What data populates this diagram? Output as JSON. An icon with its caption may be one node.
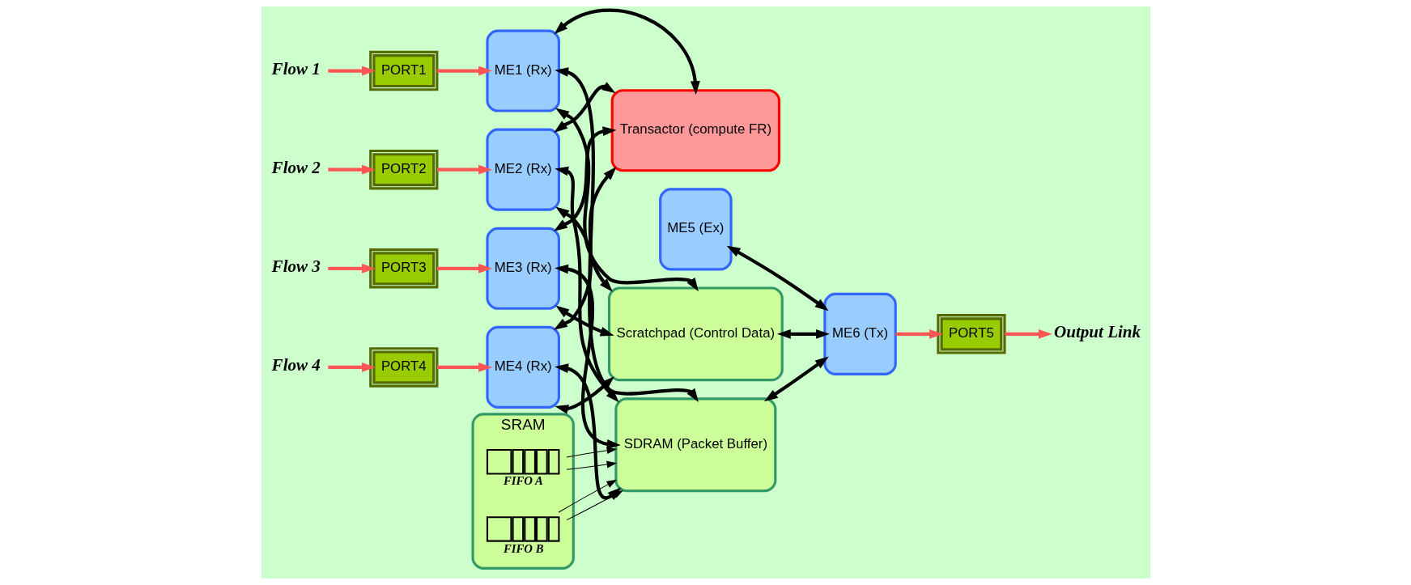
{
  "diagram": {
    "nodes": [
      {
        "text": [
          "Flow 1"
        ]
      },
      {
        "text": [
          "PORT1"
        ]
      },
      {
        "text": [
          "ME1 (Rx)"
        ]
      },
      {
        "text": [
          "Flow 2"
        ]
      },
      {
        "text": [
          "PORT2"
        ]
      },
      {
        "text": [
          "ME2 (Rx)"
        ]
      },
      {
        "text": [
          "Flow 3"
        ]
      },
      {
        "text": [
          "PORT3"
        ]
      },
      {
        "text": [
          "ME3 (Rx)"
        ]
      },
      {
        "text": [
          "Flow 4"
        ]
      },
      {
        "text": [
          "PORT4"
        ]
      },
      {
        "text": [
          "ME4 (Rx)"
        ]
      },
      {
        "text": [
          "Transactor (compute FR)"
        ]
      },
      {
        "text": [
          "ME5 (Ex)"
        ]
      },
      {
        "text": [
          "SRAM"
        ]
      },
      {
        "text": [
          "FIFO A"
        ],
        "in": 14
      },
      {
        "text": [
          "FIFO B"
        ],
        "in": 14
      },
      {
        "text": [
          "SDRAM (Packet Buffer)"
        ]
      },
      {
        "text": [
          "Scratchpad (Control Data)"
        ]
      },
      {
        "text": [
          "ME6 (Tx)"
        ]
      },
      {
        "text": [
          "PORT5"
        ]
      },
      {
        "text": [
          "Output Link"
        ]
      }
    ],
    "edges": [
      {
        "from": 0,
        "to": 1,
        "arrow": "to",
        "color": "#ff5555"
      },
      {
        "from": 1,
        "to": 2,
        "arrow": "to",
        "color": "#ff5555"
      },
      {
        "from": 3,
        "to": 4,
        "arrow": "to",
        "color": "#ff5555"
      },
      {
        "from": 4,
        "to": 5,
        "arrow": "to",
        "color": "#ff5555"
      },
      {
        "from": 6,
        "to": 7,
        "arrow": "to",
        "color": "#ff5555"
      },
      {
        "from": 7,
        "to": 8,
        "arrow": "to",
        "color": "#ff5555"
      },
      {
        "from": 9,
        "to": 10,
        "arrow": "to",
        "color": "#ff5555"
      },
      {
        "from": 10,
        "to": 11,
        "arrow": "to",
        "color": "#ff5555"
      },
      {
        "from": 2,
        "to": 12,
        "arrow": "both"
      },
      {
        "from": 2,
        "to": 17,
        "arrow": "both"
      },
      {
        "from": 2,
        "to": 18,
        "arrow": "both"
      },
      {
        "from": 5,
        "to": 12,
        "arrow": "both"
      },
      {
        "from": 5,
        "to": 17,
        "arrow": "both"
      },
      {
        "from": 5,
        "to": 18,
        "arrow": "both"
      },
      {
        "from": 8,
        "to": 12,
        "arrow": "both"
      },
      {
        "from": 8,
        "to": 17,
        "arrow": "both"
      },
      {
        "from": 8,
        "to": 18,
        "arrow": "both"
      },
      {
        "from": 11,
        "to": 12,
        "arrow": "both"
      },
      {
        "from": 11,
        "to": 17,
        "arrow": "both"
      },
      {
        "from": 11,
        "to": 18,
        "arrow": "both"
      },
      {
        "from": 13,
        "to": 19,
        "arrow": "both"
      },
      {
        "from": 17,
        "to": 19,
        "arrow": "both"
      },
      {
        "from": 18,
        "to": 19,
        "arrow": "both"
      },
      {
        "from": 15,
        "to": 17,
        "arrow": "to"
      },
      {
        "from": 15,
        "to": 17,
        "arrow": "to"
      },
      {
        "from": 16,
        "to": 17,
        "arrow": "to"
      },
      {
        "from": 16,
        "to": 17,
        "arrow": "to"
      },
      {
        "from": 19,
        "to": 20,
        "arrow": "to",
        "color": "#ff5555"
      },
      {
        "from": 20,
        "to": 21,
        "arrow": "to",
        "color": "#ff5555"
      }
    ]
  }
}
